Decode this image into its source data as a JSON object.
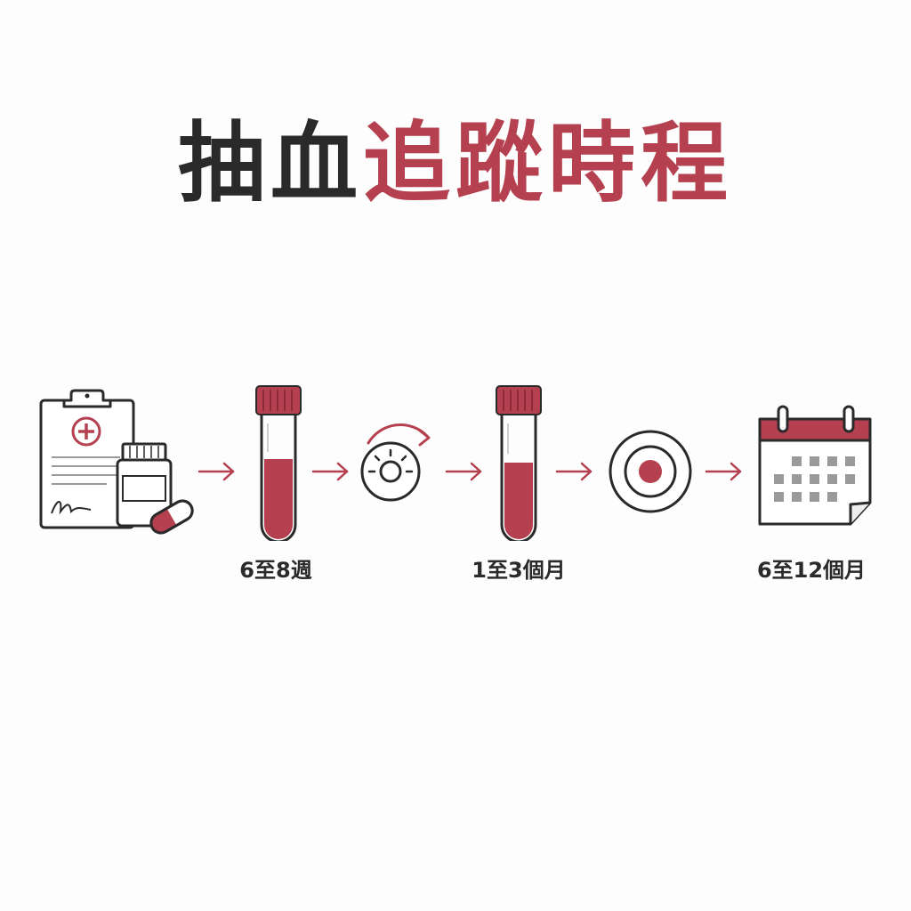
{
  "title": {
    "part1": "抽血",
    "part2": "追蹤時程"
  },
  "colors": {
    "accent": "#b5404f",
    "ink": "#2a2a2a",
    "muted": "#9a9a9a",
    "background": "#fdfdfd"
  },
  "steps": [
    {
      "icon": "clipboard-medication-icon"
    },
    {
      "icon": "blood-test-tube-icon"
    },
    {
      "icon": "centrifuge-icon"
    },
    {
      "icon": "blood-test-tube-icon"
    },
    {
      "icon": "target-circle-icon"
    },
    {
      "icon": "calendar-icon"
    }
  ],
  "labels": {
    "interval_1": "6至8週",
    "interval_2": "1至3個月",
    "interval_3": "6至12個月"
  }
}
